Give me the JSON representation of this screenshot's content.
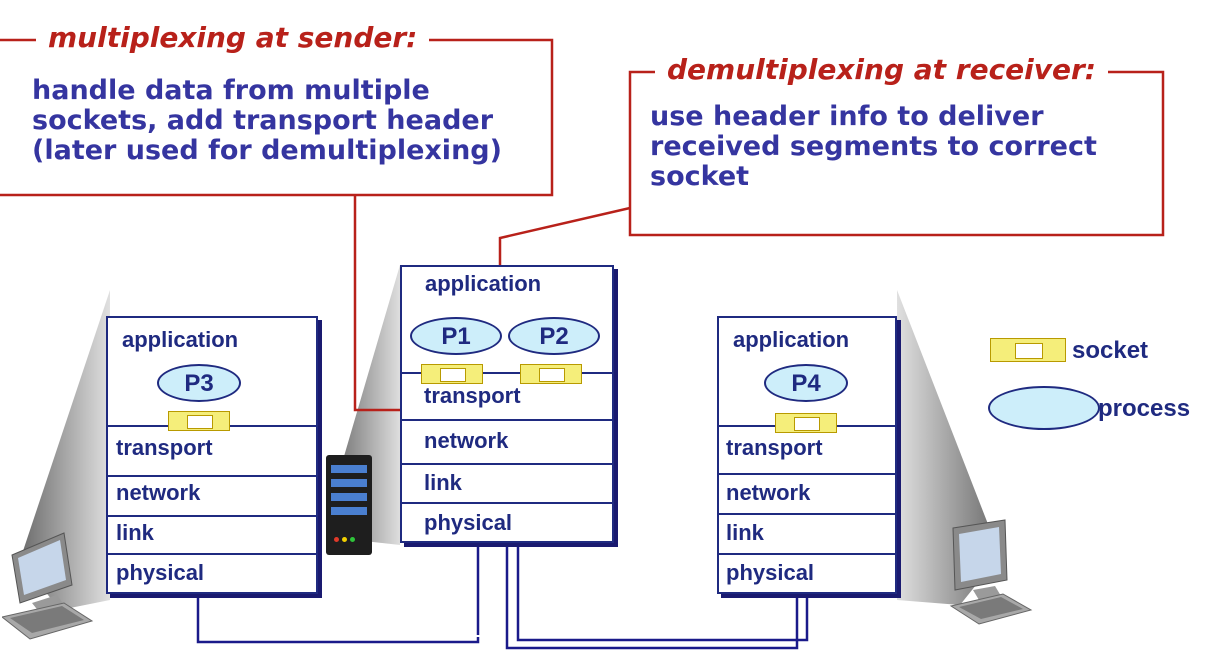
{
  "callouts": {
    "sender": {
      "title": "multiplexing at sender:",
      "lines": [
        "handle data from multiple",
        "sockets, add transport header",
        "(later used for demultiplexing)"
      ]
    },
    "receiver": {
      "title": "demultiplexing at receiver:",
      "lines": [
        "use header info to deliver",
        "received segments to correct",
        "socket"
      ]
    }
  },
  "hosts": {
    "left": {
      "layers": [
        "application",
        "transport",
        "network",
        "link",
        "physical"
      ],
      "process": "P3"
    },
    "middle": {
      "layers": [
        "application",
        "transport",
        "network",
        "link",
        "physical"
      ],
      "processes": [
        "P1",
        "P2"
      ]
    },
    "right": {
      "layers": [
        "application",
        "transport",
        "network",
        "link",
        "physical"
      ],
      "process": "P4"
    }
  },
  "legend": {
    "socket": "socket",
    "process": "process"
  },
  "colors": {
    "callout_border": "#b8211a",
    "callout_title": "#b8211a",
    "callout_text": "#3535a0",
    "stack_border": "#1f2a80",
    "stack_shadow": "#1a1a70",
    "layer_text": "#1f2a80",
    "process_fill": "#cdeefa",
    "socket_fill": "#f5ee7a",
    "socket_accent": "#b89a00",
    "wire": "#1a1a8a",
    "arrow_red": "#b8211a"
  }
}
